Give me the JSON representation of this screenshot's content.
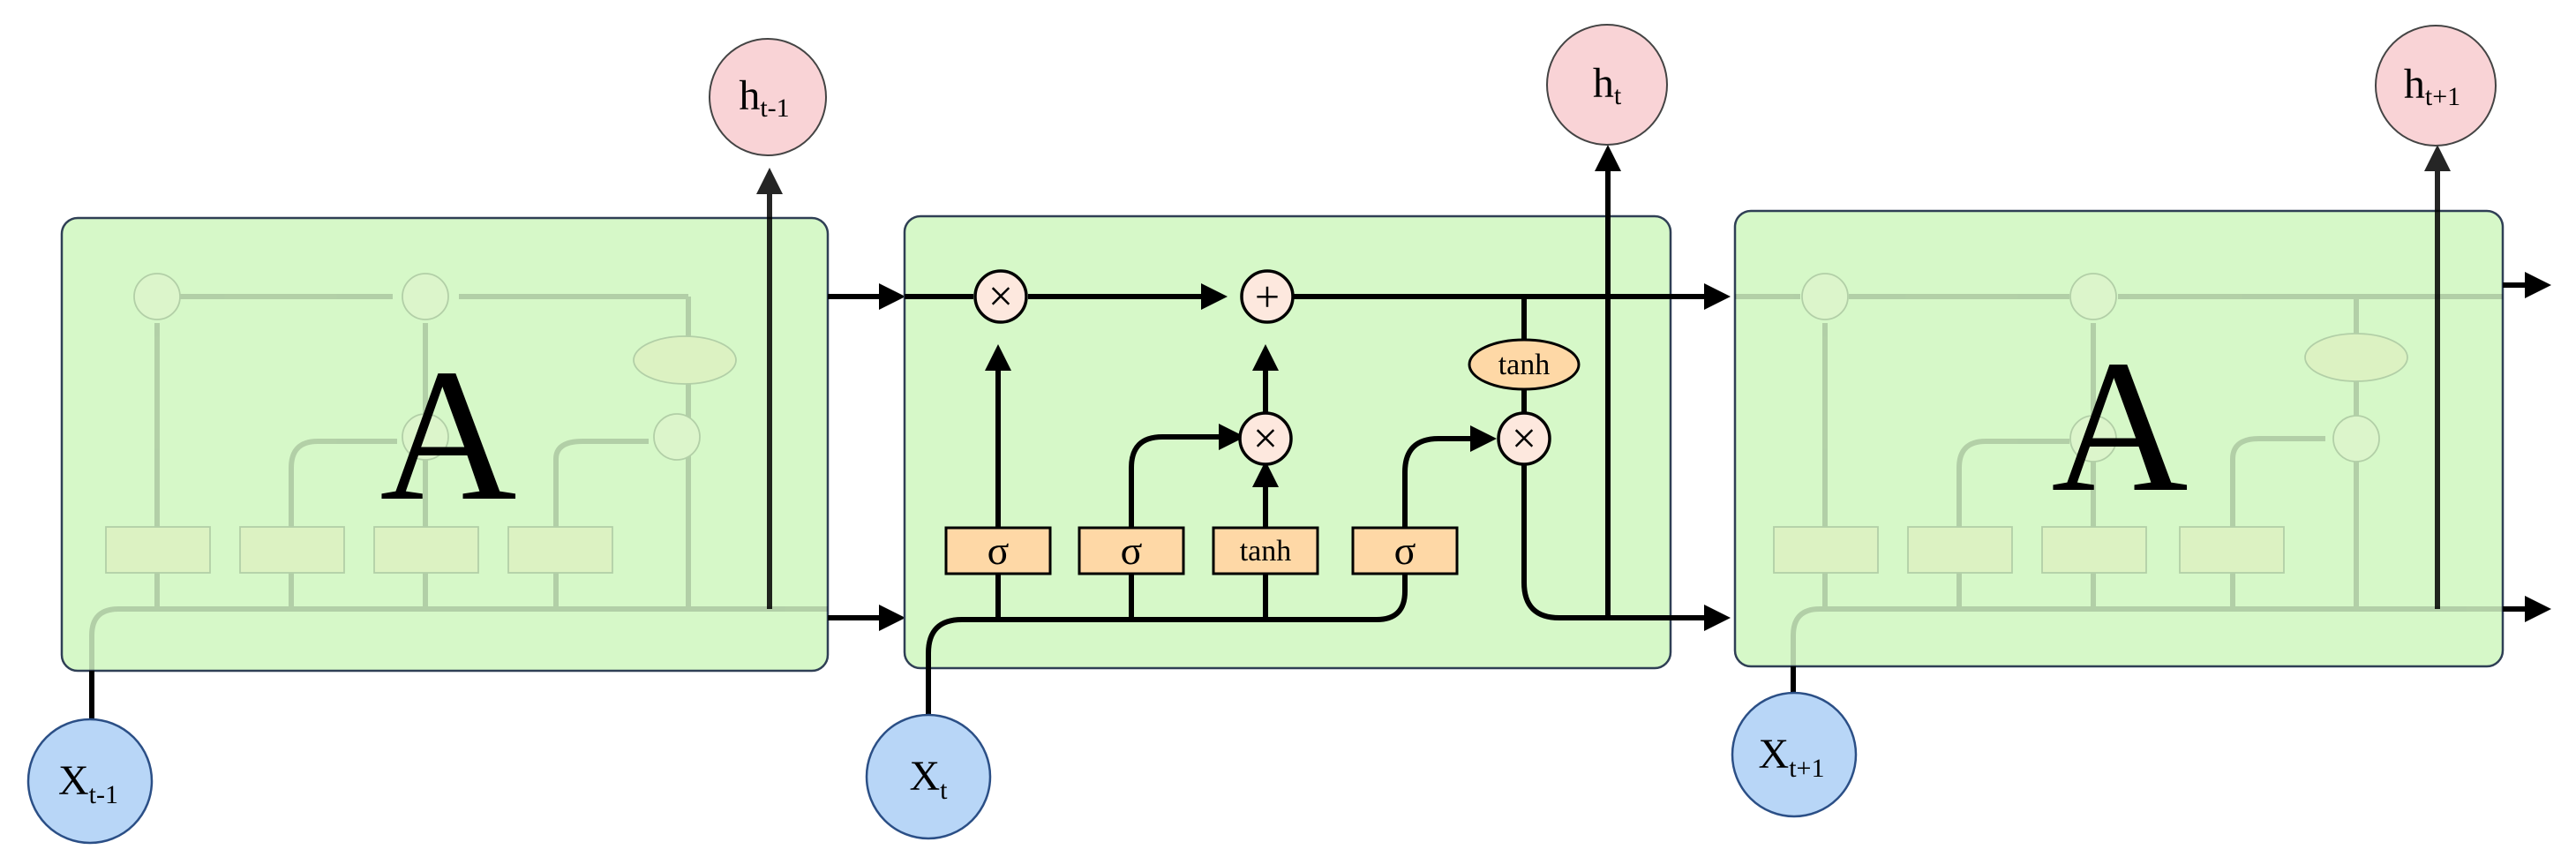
{
  "cells": {
    "left": {
      "letter": "A"
    },
    "right": {
      "letter": "A"
    }
  },
  "center_cell": {
    "gates": {
      "forget": "σ",
      "input": "σ",
      "candidate": "tanh",
      "output": "σ"
    },
    "state_tanh": "tanh",
    "ops": {
      "multiply": "×",
      "add": "+"
    }
  },
  "outputs": {
    "prev": {
      "main": "h",
      "sub": "t-1"
    },
    "curr": {
      "main": "h",
      "sub": "t"
    },
    "next": {
      "main": "h",
      "sub": "t+1"
    }
  },
  "inputs": {
    "prev": {
      "main": "X",
      "sub": "t-1"
    },
    "curr": {
      "main": "X",
      "sub": "t"
    },
    "next": {
      "main": "X",
      "sub": "t+1"
    }
  },
  "colors": {
    "cell_fill": "#d6f8c8",
    "cell_border": "#2f3f55",
    "gate_fill": "#fed8a6",
    "op_fill": "#fde8de",
    "output_node_fill": "#f9d3d6",
    "input_node_fill": "#b8d6f7"
  }
}
